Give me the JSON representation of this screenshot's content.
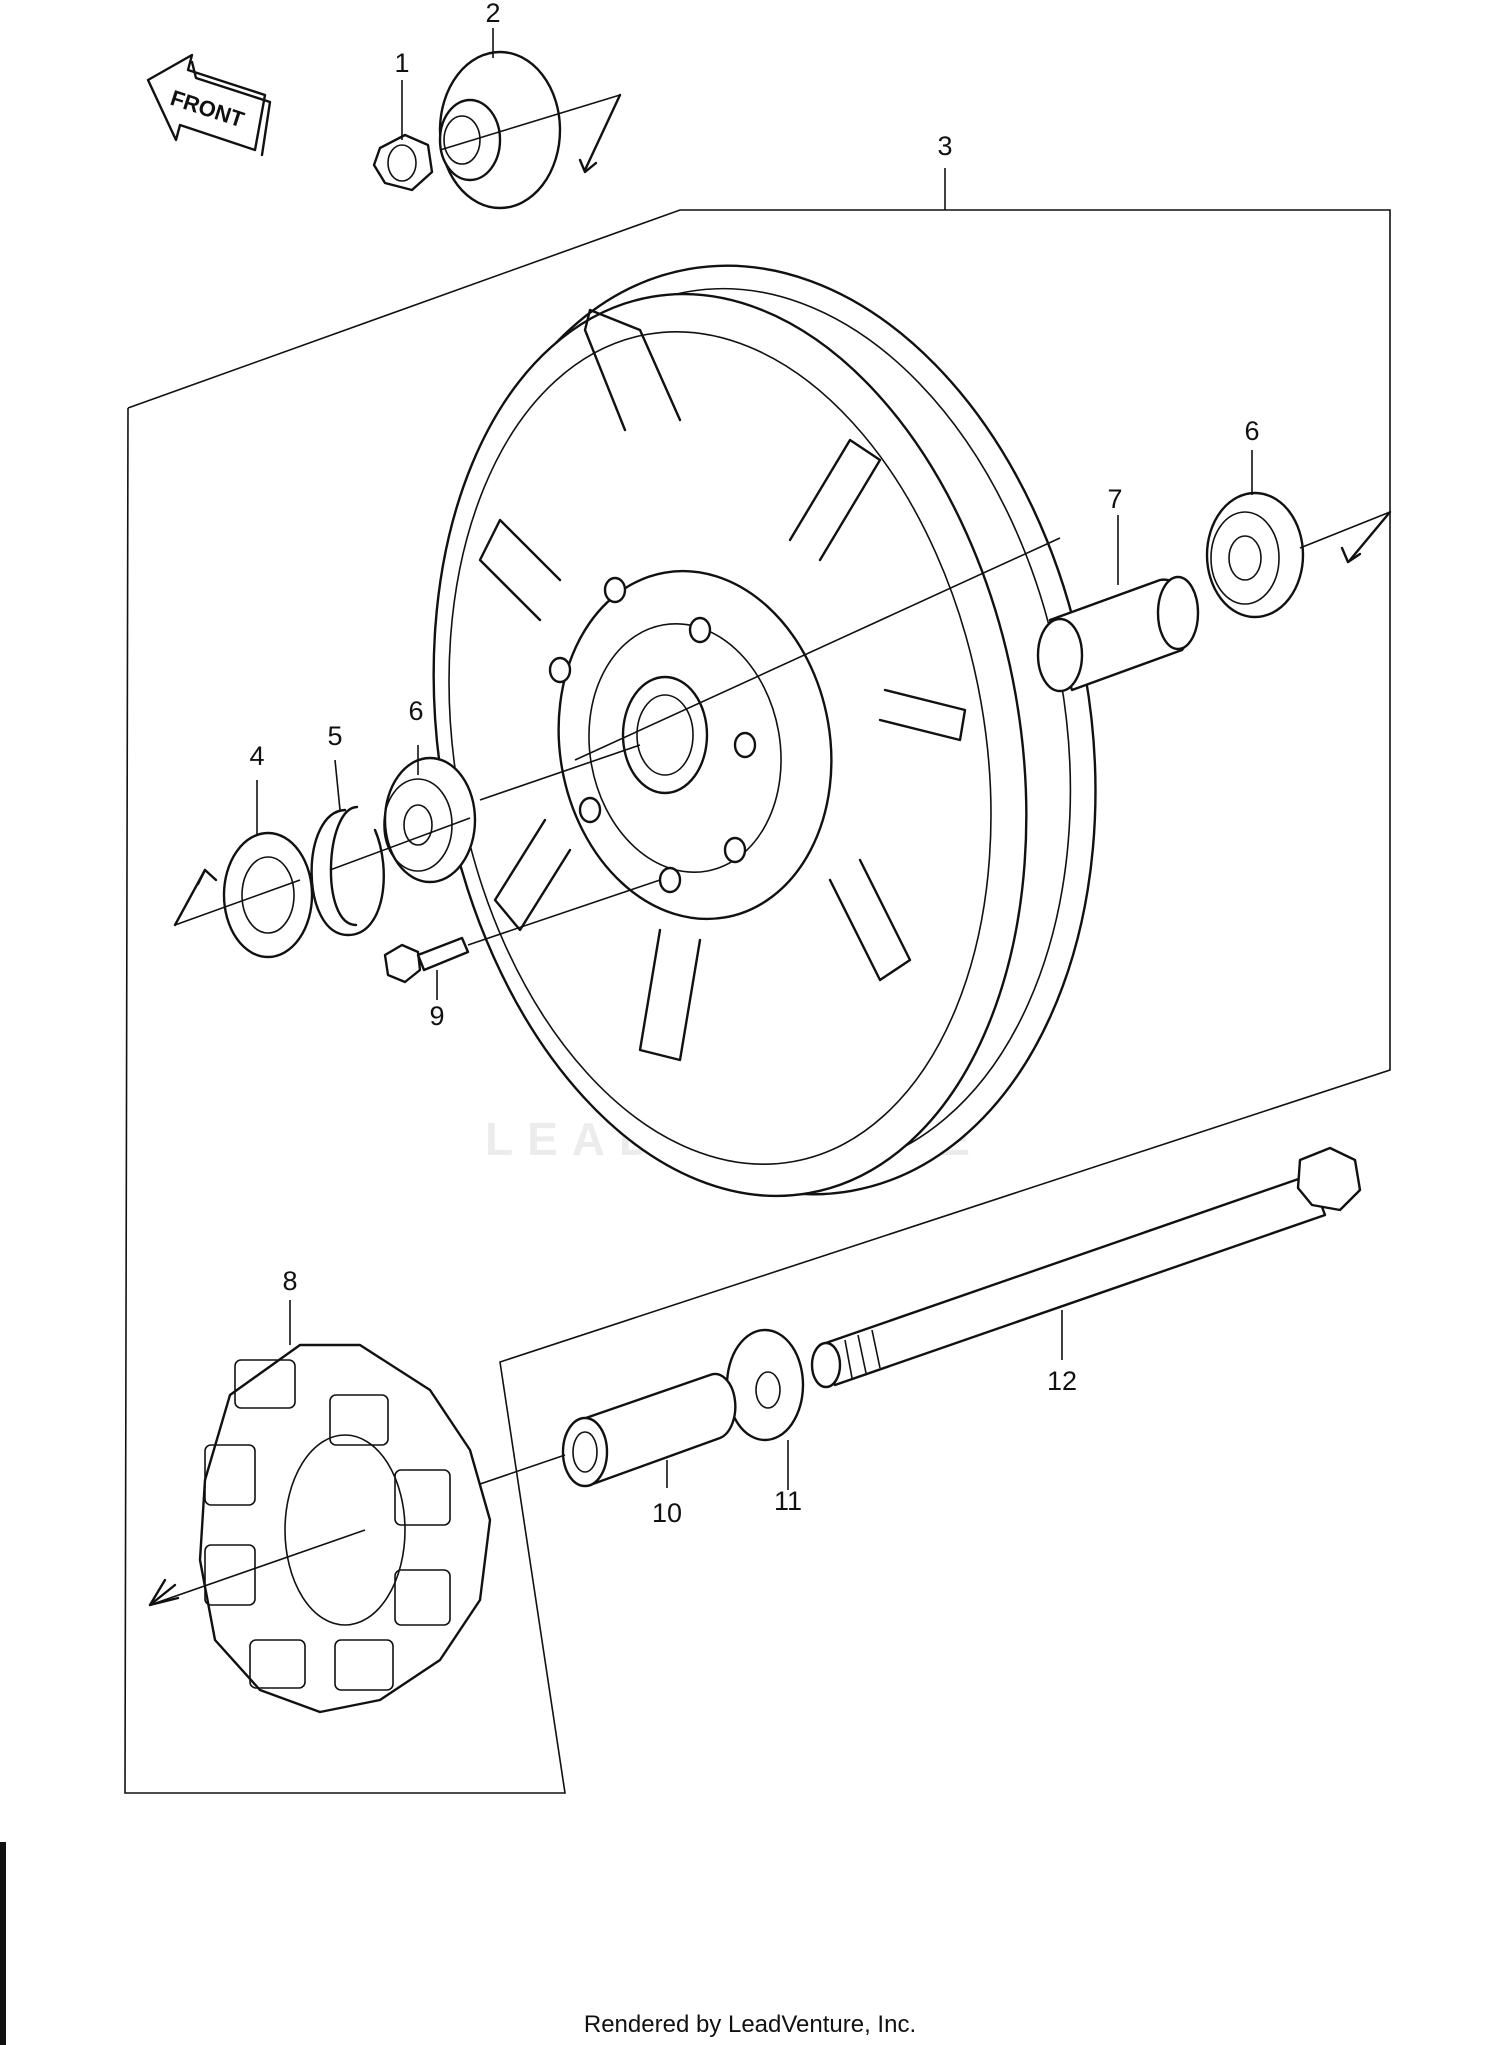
{
  "front_badge": {
    "label": "FRONT"
  },
  "callouts": {
    "c1": "1",
    "c2": "2",
    "c3": "3",
    "c4": "4",
    "c5": "5",
    "c6a": "6",
    "c6b": "6",
    "c7": "7",
    "c8": "8",
    "c9": "9",
    "c10": "10",
    "c11": "11",
    "c12": "12"
  },
  "watermark": {
    "text": "LEADVENTURE"
  },
  "footer": {
    "credit": "Rendered by LeadVenture, Inc."
  },
  "icons": [
    "front-direction-arrow-icon"
  ],
  "colors": {
    "line": "#111111",
    "background": "#ffffff",
    "watermark": "#ececec"
  }
}
